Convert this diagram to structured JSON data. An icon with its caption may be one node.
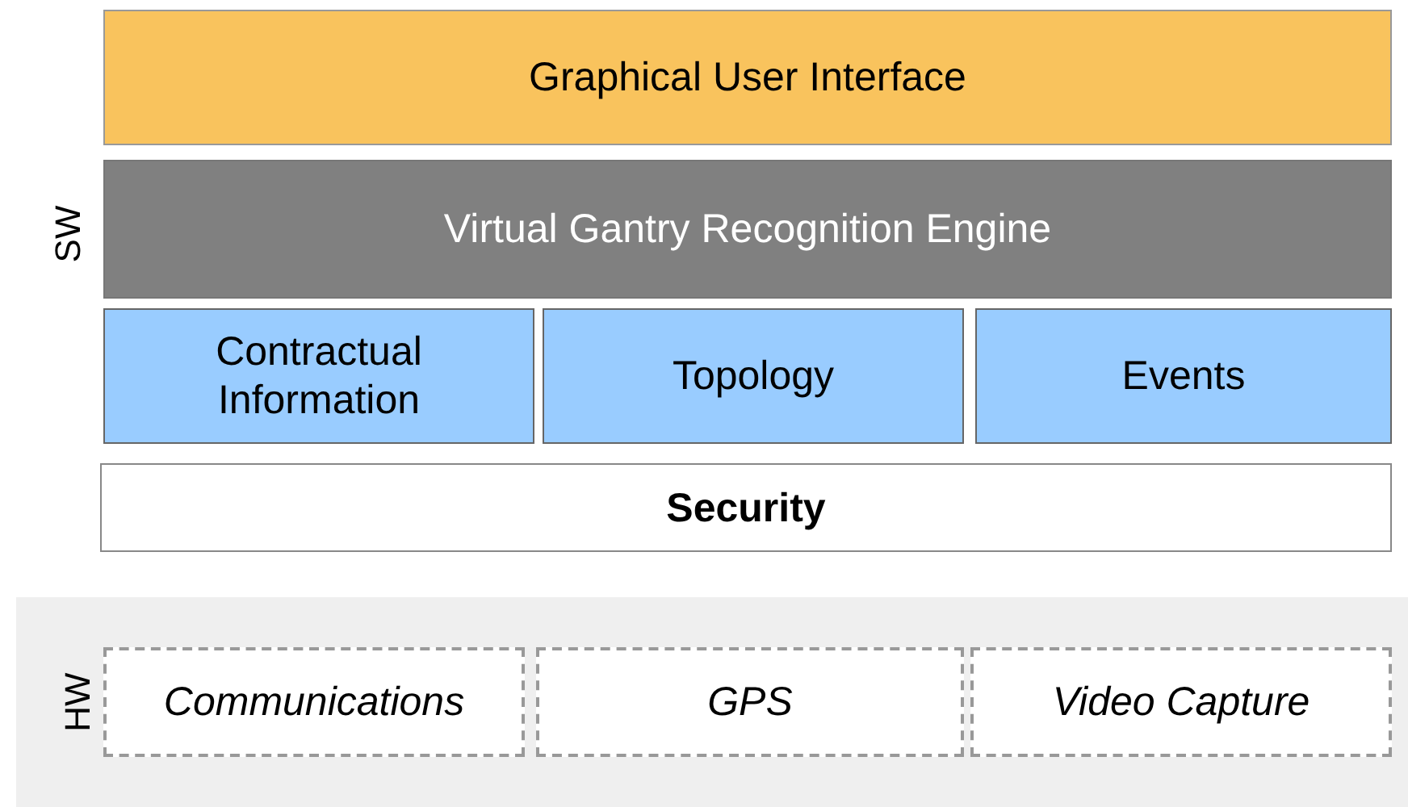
{
  "diagram": {
    "nodes": [
      {
        "text": [
          "Graphical User Interface"
        ]
      },
      {
        "text": [
          "Virtual Gantry Recognition Engine"
        ]
      },
      {
        "text": [
          "Contractual Information"
        ]
      },
      {
        "text": [
          "Topology"
        ]
      },
      {
        "text": [
          "Events"
        ]
      },
      {
        "text": [
          "Security"
        ]
      },
      {
        "text": [
          "HW"
        ]
      },
      {
        "text": [
          "Communications"
        ],
        "in": 6
      },
      {
        "text": [
          "GPS"
        ],
        "in": 6
      },
      {
        "text": [
          "Video Capture"
        ],
        "in": 6
      }
    ],
    "labels": [
      "SW"
    ]
  }
}
